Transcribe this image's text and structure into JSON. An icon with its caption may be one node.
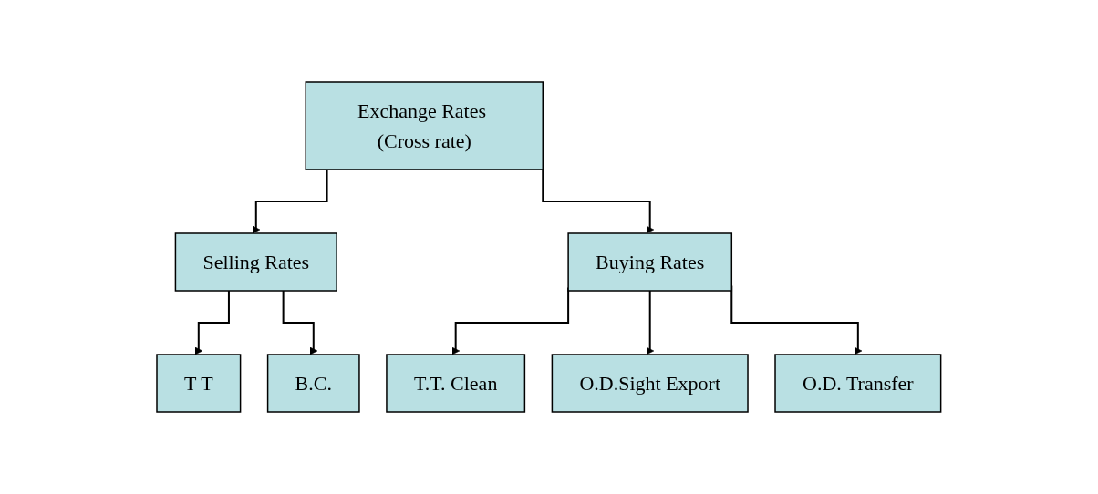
{
  "diagram": {
    "nodes": [
      {
        "text": [
          "Exchange Rates (Cross rate)"
        ]
      },
      {
        "text": [
          "Selling Rates"
        ]
      },
      {
        "text": [
          "Buying Rates"
        ]
      },
      {
        "text": [
          "T T"
        ]
      },
      {
        "text": [
          "B.C."
        ]
      },
      {
        "text": [
          "T.T. Clean"
        ]
      },
      {
        "text": [
          "O.D.Sight Export"
        ]
      },
      {
        "text": [
          "O.D. Transfer"
        ]
      }
    ],
    "edges": [
      {
        "from": 0,
        "to": 1,
        "arrow": "to"
      },
      {
        "from": 0,
        "to": 2,
        "arrow": "to"
      },
      {
        "from": 1,
        "to": 3,
        "arrow": "to"
      },
      {
        "from": 1,
        "to": 4,
        "arrow": "to"
      },
      {
        "from": 2,
        "to": 5,
        "arrow": "to"
      },
      {
        "from": 2,
        "to": 6,
        "arrow": "to"
      },
      {
        "from": 2,
        "to": 7,
        "arrow": "to"
      }
    ]
  }
}
